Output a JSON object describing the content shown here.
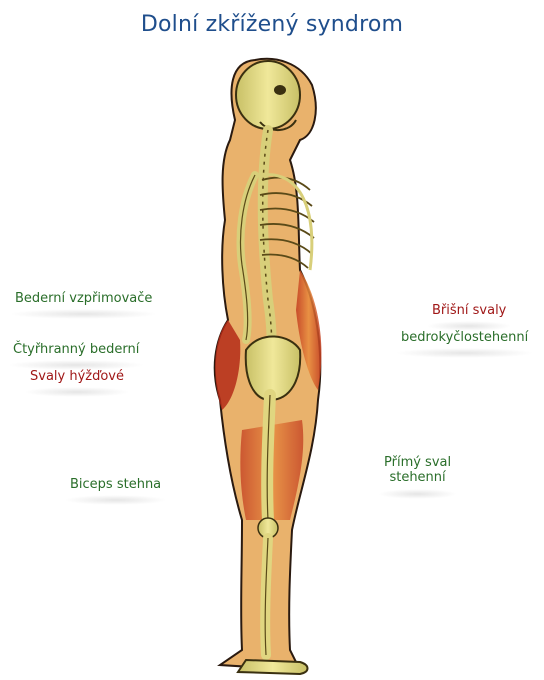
{
  "title": "Dolní zkřížený syndrom",
  "colors": {
    "title": "#1f4e8c",
    "green_label": "#2a6e2a",
    "red_label": "#a01818"
  },
  "labels": {
    "bederni_vzprimovace": "Bederní vzpřimovače",
    "ctyrhranny_bederni": "Čtyřhranný bederní",
    "svaly_hyzdove": "Svaly hýžďové",
    "biceps_stehna": "Biceps stehna",
    "brisni_svaly": "Břišní svaly",
    "bedrokyclostehenni": "bedrokyčlostehenní",
    "primy_sval_line1": "Přímý sval",
    "primy_sval_line2": "stehenní"
  }
}
